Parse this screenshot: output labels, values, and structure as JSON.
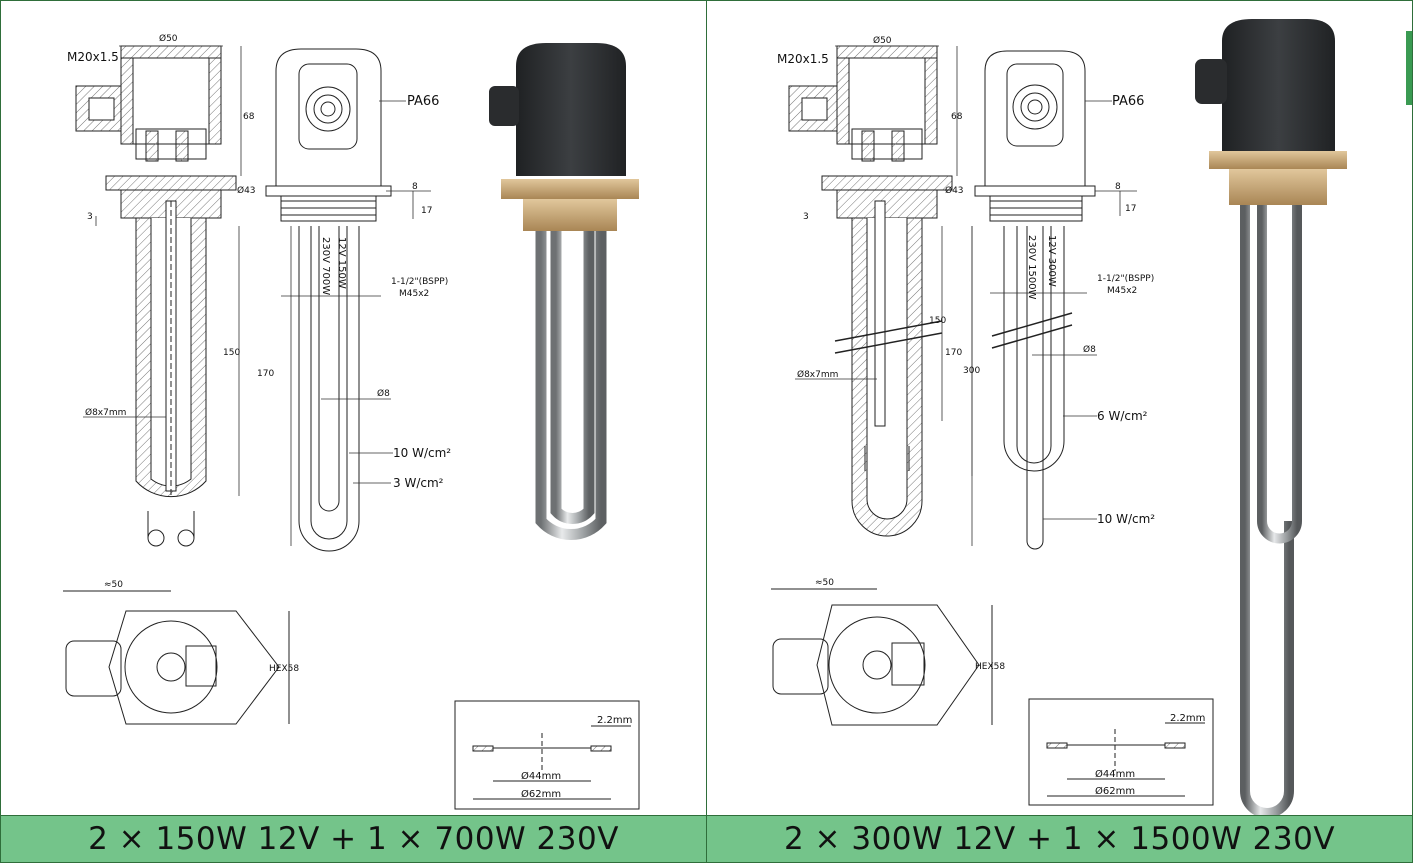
{
  "panels": [
    {
      "caption": "2 × 150W 12V + 1 × 700W 230V",
      "labels": {
        "thread_m": "M20x1.5",
        "dia_top": "Ø50",
        "dim_68": "68",
        "dim_8": "8",
        "dia_43": "Ø43",
        "dim_17": "17",
        "dim_3": "3",
        "material": "PA66",
        "thread_bspp": "1-1/2\"(BSPP)",
        "thread_metric": "M45x2",
        "dim_150": "150",
        "dim_170": "170",
        "dia_8x7": "Ø8x7mm",
        "dia_8": "Ø8",
        "load_a": "10 W/cm²",
        "load_b": "3 W/cm²",
        "element_230": "230V 700W",
        "element_12": "12V 150W",
        "approx_50": "≈50",
        "hex": "HEX58",
        "gasket_thk": "2.2mm",
        "gasket_inner": "Ø44mm",
        "gasket_outer": "Ø62mm"
      }
    },
    {
      "caption": "2 × 300W 12V + 1 × 1500W 230V",
      "labels": {
        "thread_m": "M20x1.5",
        "dia_top": "Ø50",
        "dim_68": "68",
        "dim_8": "8",
        "dia_43": "Ø43",
        "dim_17": "17",
        "dim_3": "3",
        "material": "PA66",
        "thread_bspp": "1-1/2\"(BSPP)",
        "thread_metric": "M45x2",
        "dim_150": "150",
        "dim_170": "170",
        "dim_300": "300",
        "dia_8x7": "Ø8x7mm",
        "dia_8": "Ø8",
        "load_a": "6 W/cm²",
        "load_b": "10 W/cm²",
        "element_230": "230V 1500W",
        "element_12": "12V 300W",
        "approx_50": "≈50",
        "hex": "HEX58",
        "gasket_thk": "2.2mm",
        "gasket_inner": "Ø44mm",
        "gasket_outer": "Ø62mm"
      }
    }
  ],
  "colors": {
    "caption_bg": "#74c48a",
    "border": "#2f6e3a",
    "cap_dark": "#2b2d2f",
    "brass": "#c9a77a",
    "steel": "#b9bcbe"
  }
}
